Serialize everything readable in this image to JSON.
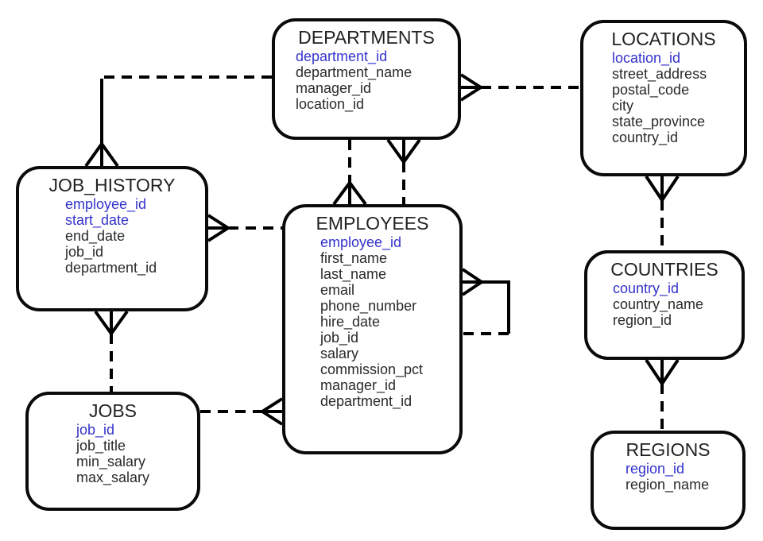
{
  "diagram": {
    "kind": "entity-relationship-diagram",
    "colors": {
      "primary_key_text": "#3333cc",
      "field_text": "#2a2a2a",
      "line": "#000000",
      "entity_border": "#0a0a0a",
      "background": "#ffffff"
    },
    "entities": [
      {
        "id": "departments",
        "title": "DEPARTMENTS",
        "fields": [
          {
            "name": "department_id",
            "pk": true
          },
          {
            "name": "department_name"
          },
          {
            "name": "manager_id"
          },
          {
            "name": "location_id"
          }
        ]
      },
      {
        "id": "locations",
        "title": "LOCATIONS",
        "fields": [
          {
            "name": "location_id",
            "pk": true
          },
          {
            "name": "street_address"
          },
          {
            "name": "postal_code"
          },
          {
            "name": "city"
          },
          {
            "name": "state_province"
          },
          {
            "name": "country_id"
          }
        ]
      },
      {
        "id": "job_history",
        "title": "JOB_HISTORY",
        "fields": [
          {
            "name": "employee_id",
            "pk": true
          },
          {
            "name": "start_date",
            "pk": true
          },
          {
            "name": "end_date"
          },
          {
            "name": "job_id"
          },
          {
            "name": "department_id"
          }
        ]
      },
      {
        "id": "employees",
        "title": "EMPLOYEES",
        "fields": [
          {
            "name": "employee_id",
            "pk": true
          },
          {
            "name": "first_name"
          },
          {
            "name": "last_name"
          },
          {
            "name": "email"
          },
          {
            "name": "phone_number"
          },
          {
            "name": "hire_date"
          },
          {
            "name": "job_id"
          },
          {
            "name": "salary"
          },
          {
            "name": "commission_pct"
          },
          {
            "name": "manager_id"
          },
          {
            "name": "department_id"
          }
        ]
      },
      {
        "id": "countries",
        "title": "COUNTRIES",
        "fields": [
          {
            "name": "country_id",
            "pk": true
          },
          {
            "name": "country_name"
          },
          {
            "name": "region_id"
          }
        ]
      },
      {
        "id": "jobs",
        "title": "JOBS",
        "fields": [
          {
            "name": "job_id",
            "pk": true
          },
          {
            "name": "job_title"
          },
          {
            "name": "min_salary"
          },
          {
            "name": "max_salary"
          }
        ]
      },
      {
        "id": "regions",
        "title": "REGIONS",
        "fields": [
          {
            "name": "region_id",
            "pk": true
          },
          {
            "name": "region_name"
          }
        ]
      }
    ],
    "relationships": [
      {
        "from": "DEPARTMENTS",
        "to": "LOCATIONS",
        "many_end": "DEPARTMENTS",
        "line_style": "dashed"
      },
      {
        "from": "JOB_HISTORY",
        "to": "DEPARTMENTS",
        "many_end": "JOB_HISTORY",
        "line_style": "dashed"
      },
      {
        "from": "EMPLOYEES",
        "to": "DEPARTMENTS",
        "many_end": "EMPLOYEES",
        "line_style": "dashed"
      },
      {
        "from": "DEPARTMENTS",
        "to": "EMPLOYEES",
        "many_end": "DEPARTMENTS",
        "line_style": "dashed"
      },
      {
        "from": "JOB_HISTORY",
        "to": "EMPLOYEES",
        "many_end": "JOB_HISTORY",
        "line_style": "dashed"
      },
      {
        "from": "JOB_HISTORY",
        "to": "JOBS",
        "many_end": "JOB_HISTORY",
        "line_style": "dashed"
      },
      {
        "from": "EMPLOYEES",
        "to": "JOBS",
        "many_end": "EMPLOYEES",
        "line_style": "dashed"
      },
      {
        "from": "EMPLOYEES",
        "to": "EMPLOYEES",
        "many_end": "EMPLOYEES",
        "line_style": "dashed"
      },
      {
        "from": "LOCATIONS",
        "to": "COUNTRIES",
        "many_end": "LOCATIONS",
        "line_style": "dashed"
      },
      {
        "from": "COUNTRIES",
        "to": "REGIONS",
        "many_end": "COUNTRIES",
        "line_style": "dashed"
      }
    ]
  }
}
